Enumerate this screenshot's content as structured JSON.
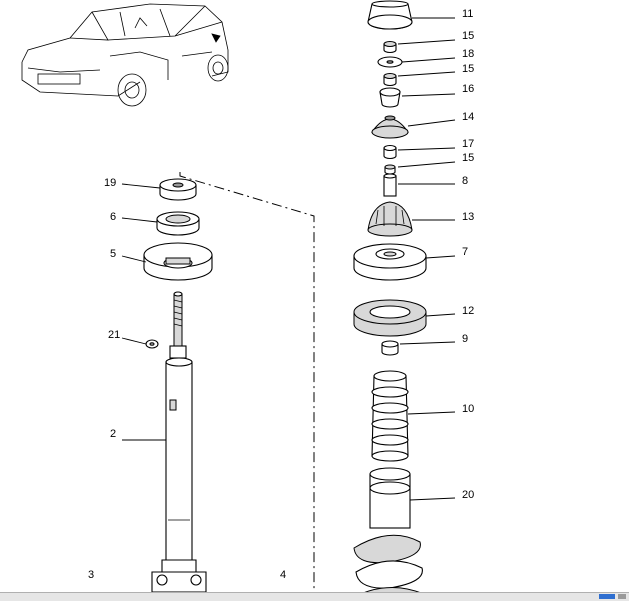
{
  "diagram": {
    "callouts": {
      "c2": "2",
      "c3": "3",
      "c4": "4",
      "c5": "5",
      "c6": "6",
      "c7": "7",
      "c8": "8",
      "c9": "9",
      "c10": "10",
      "c11": "11",
      "c12": "12",
      "c13": "13",
      "c14": "14",
      "c15a": "15",
      "c15b": "15",
      "c15c": "15",
      "c16": "16",
      "c17": "17",
      "c18": "18",
      "c19": "19",
      "c20": "20",
      "c21": "21"
    }
  },
  "colors": {
    "line": "#000000",
    "shade": "#d8d8d8",
    "tray_accent": "#2f6fd0"
  }
}
